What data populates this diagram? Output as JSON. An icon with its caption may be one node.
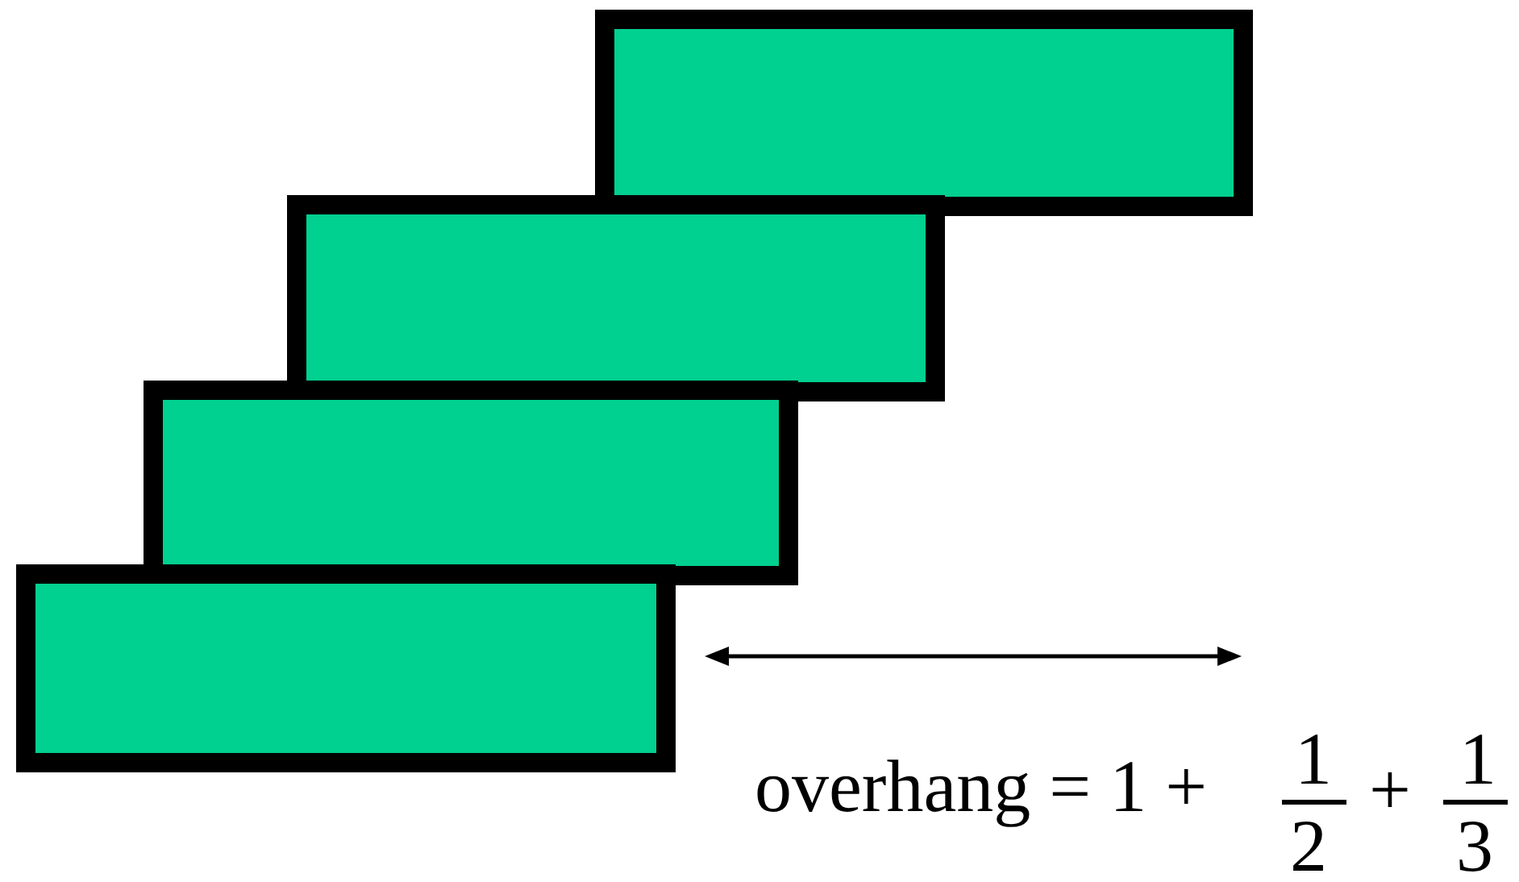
{
  "diagram": {
    "nodes": [
      {
        "text": [],
        "shape": "box"
      },
      {
        "text": [],
        "shape": "box"
      },
      {
        "text": [],
        "shape": "box"
      },
      {
        "text": [],
        "shape": "box"
      }
    ],
    "labels": [
      "overhang = 1 +",
      "1",
      "2",
      "+",
      "1",
      "3"
    ]
  }
}
